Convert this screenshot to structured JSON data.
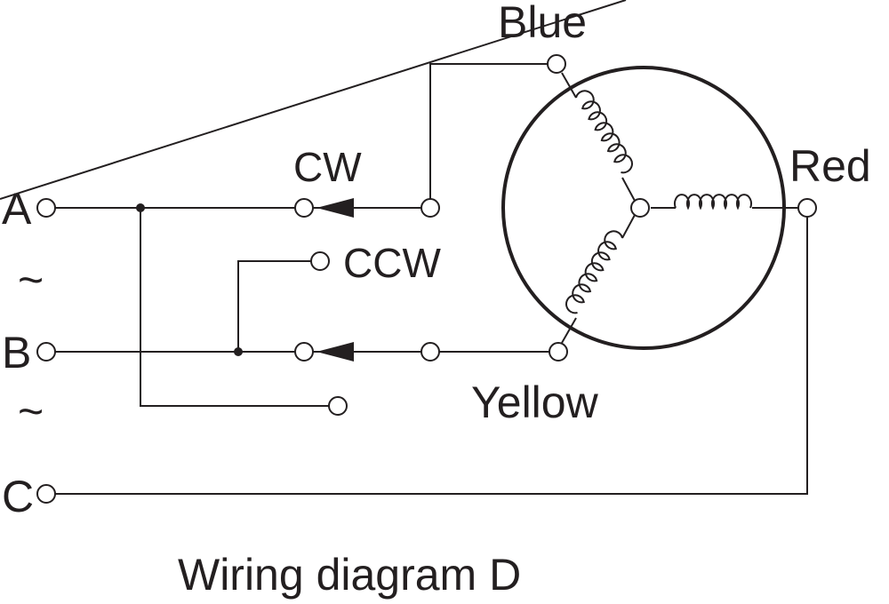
{
  "supply": {
    "phase_a": "A",
    "phase_b": "B",
    "phase_c": "C",
    "ac_symbol": "~"
  },
  "switch": {
    "cw_label": "CW",
    "ccw_label": "CCW"
  },
  "motor": {
    "blue_label": "Blue",
    "red_label": "Red",
    "yellow_label": "Yellow"
  },
  "caption": "Wiring diagram D"
}
